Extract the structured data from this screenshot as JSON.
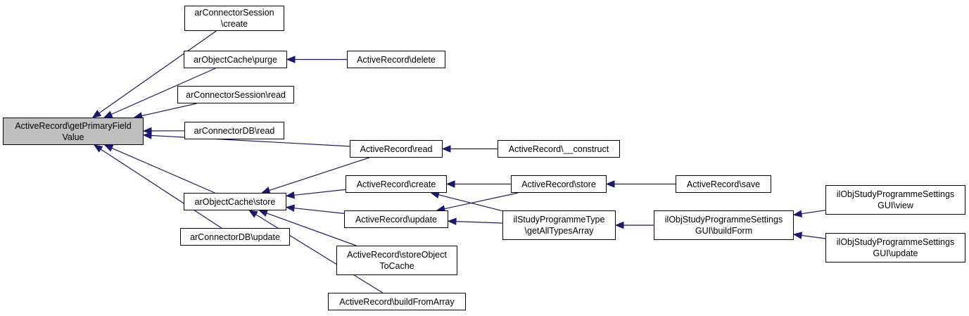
{
  "colors": {
    "edge": "#191970",
    "root_fill": "#bfbfbf",
    "node_fill": "#ffffff",
    "border": "#000000"
  },
  "nodes": {
    "root": [
      "ActiveRecord\\getPrimaryField",
      "Value"
    ],
    "conn_session_create": [
      "arConnectorSession",
      "\\create"
    ],
    "cache_purge": [
      "arObjectCache\\purge"
    ],
    "ar_delete": [
      "ActiveRecord\\delete"
    ],
    "conn_session_read": [
      "arConnectorSession\\read"
    ],
    "conn_db_read": [
      "arConnectorDB\\read"
    ],
    "ar_read": [
      "ActiveRecord\\read"
    ],
    "ar_construct": [
      "ActiveRecord\\__construct"
    ],
    "cache_store": [
      "arObjectCache\\store"
    ],
    "ar_create": [
      "ActiveRecord\\create"
    ],
    "ar_store": [
      "ActiveRecord\\store"
    ],
    "ar_save": [
      "ActiveRecord\\save"
    ],
    "ar_update": [
      "ActiveRecord\\update"
    ],
    "sp_type": [
      "ilStudyProgrammeType",
      "\\getAllTypesArray"
    ],
    "sp_build_form": [
      "ilObjStudyProgrammeSettings",
      "GUI\\buildForm"
    ],
    "sp_view": [
      "ilObjStudyProgrammeSettings",
      "GUI\\view"
    ],
    "sp_update": [
      "ilObjStudyProgrammeSettings",
      "GUI\\update"
    ],
    "conn_db_update": [
      "arConnectorDB\\update"
    ],
    "ar_store_cache": [
      "ActiveRecord\\storeObject",
      "ToCache"
    ],
    "ar_build_array": [
      "ActiveRecord\\buildFromArray"
    ]
  },
  "edges": [
    [
      "root",
      "conn_session_create"
    ],
    [
      "root",
      "cache_purge"
    ],
    [
      "root",
      "conn_session_read"
    ],
    [
      "root",
      "conn_db_read"
    ],
    [
      "root",
      "ar_read"
    ],
    [
      "root",
      "cache_store"
    ],
    [
      "root",
      "conn_db_update"
    ],
    [
      "cache_purge",
      "ar_delete"
    ],
    [
      "ar_read",
      "ar_construct"
    ],
    [
      "cache_store",
      "ar_read"
    ],
    [
      "cache_store",
      "ar_create"
    ],
    [
      "cache_store",
      "ar_update"
    ],
    [
      "cache_store",
      "ar_store_cache"
    ],
    [
      "cache_store",
      "ar_build_array"
    ],
    [
      "ar_create",
      "ar_store"
    ],
    [
      "ar_create",
      "sp_type"
    ],
    [
      "ar_update",
      "ar_store"
    ],
    [
      "ar_update",
      "sp_type"
    ],
    [
      "ar_store",
      "ar_save"
    ],
    [
      "sp_type",
      "sp_build_form"
    ],
    [
      "sp_build_form",
      "sp_view"
    ],
    [
      "sp_build_form",
      "sp_update"
    ]
  ]
}
